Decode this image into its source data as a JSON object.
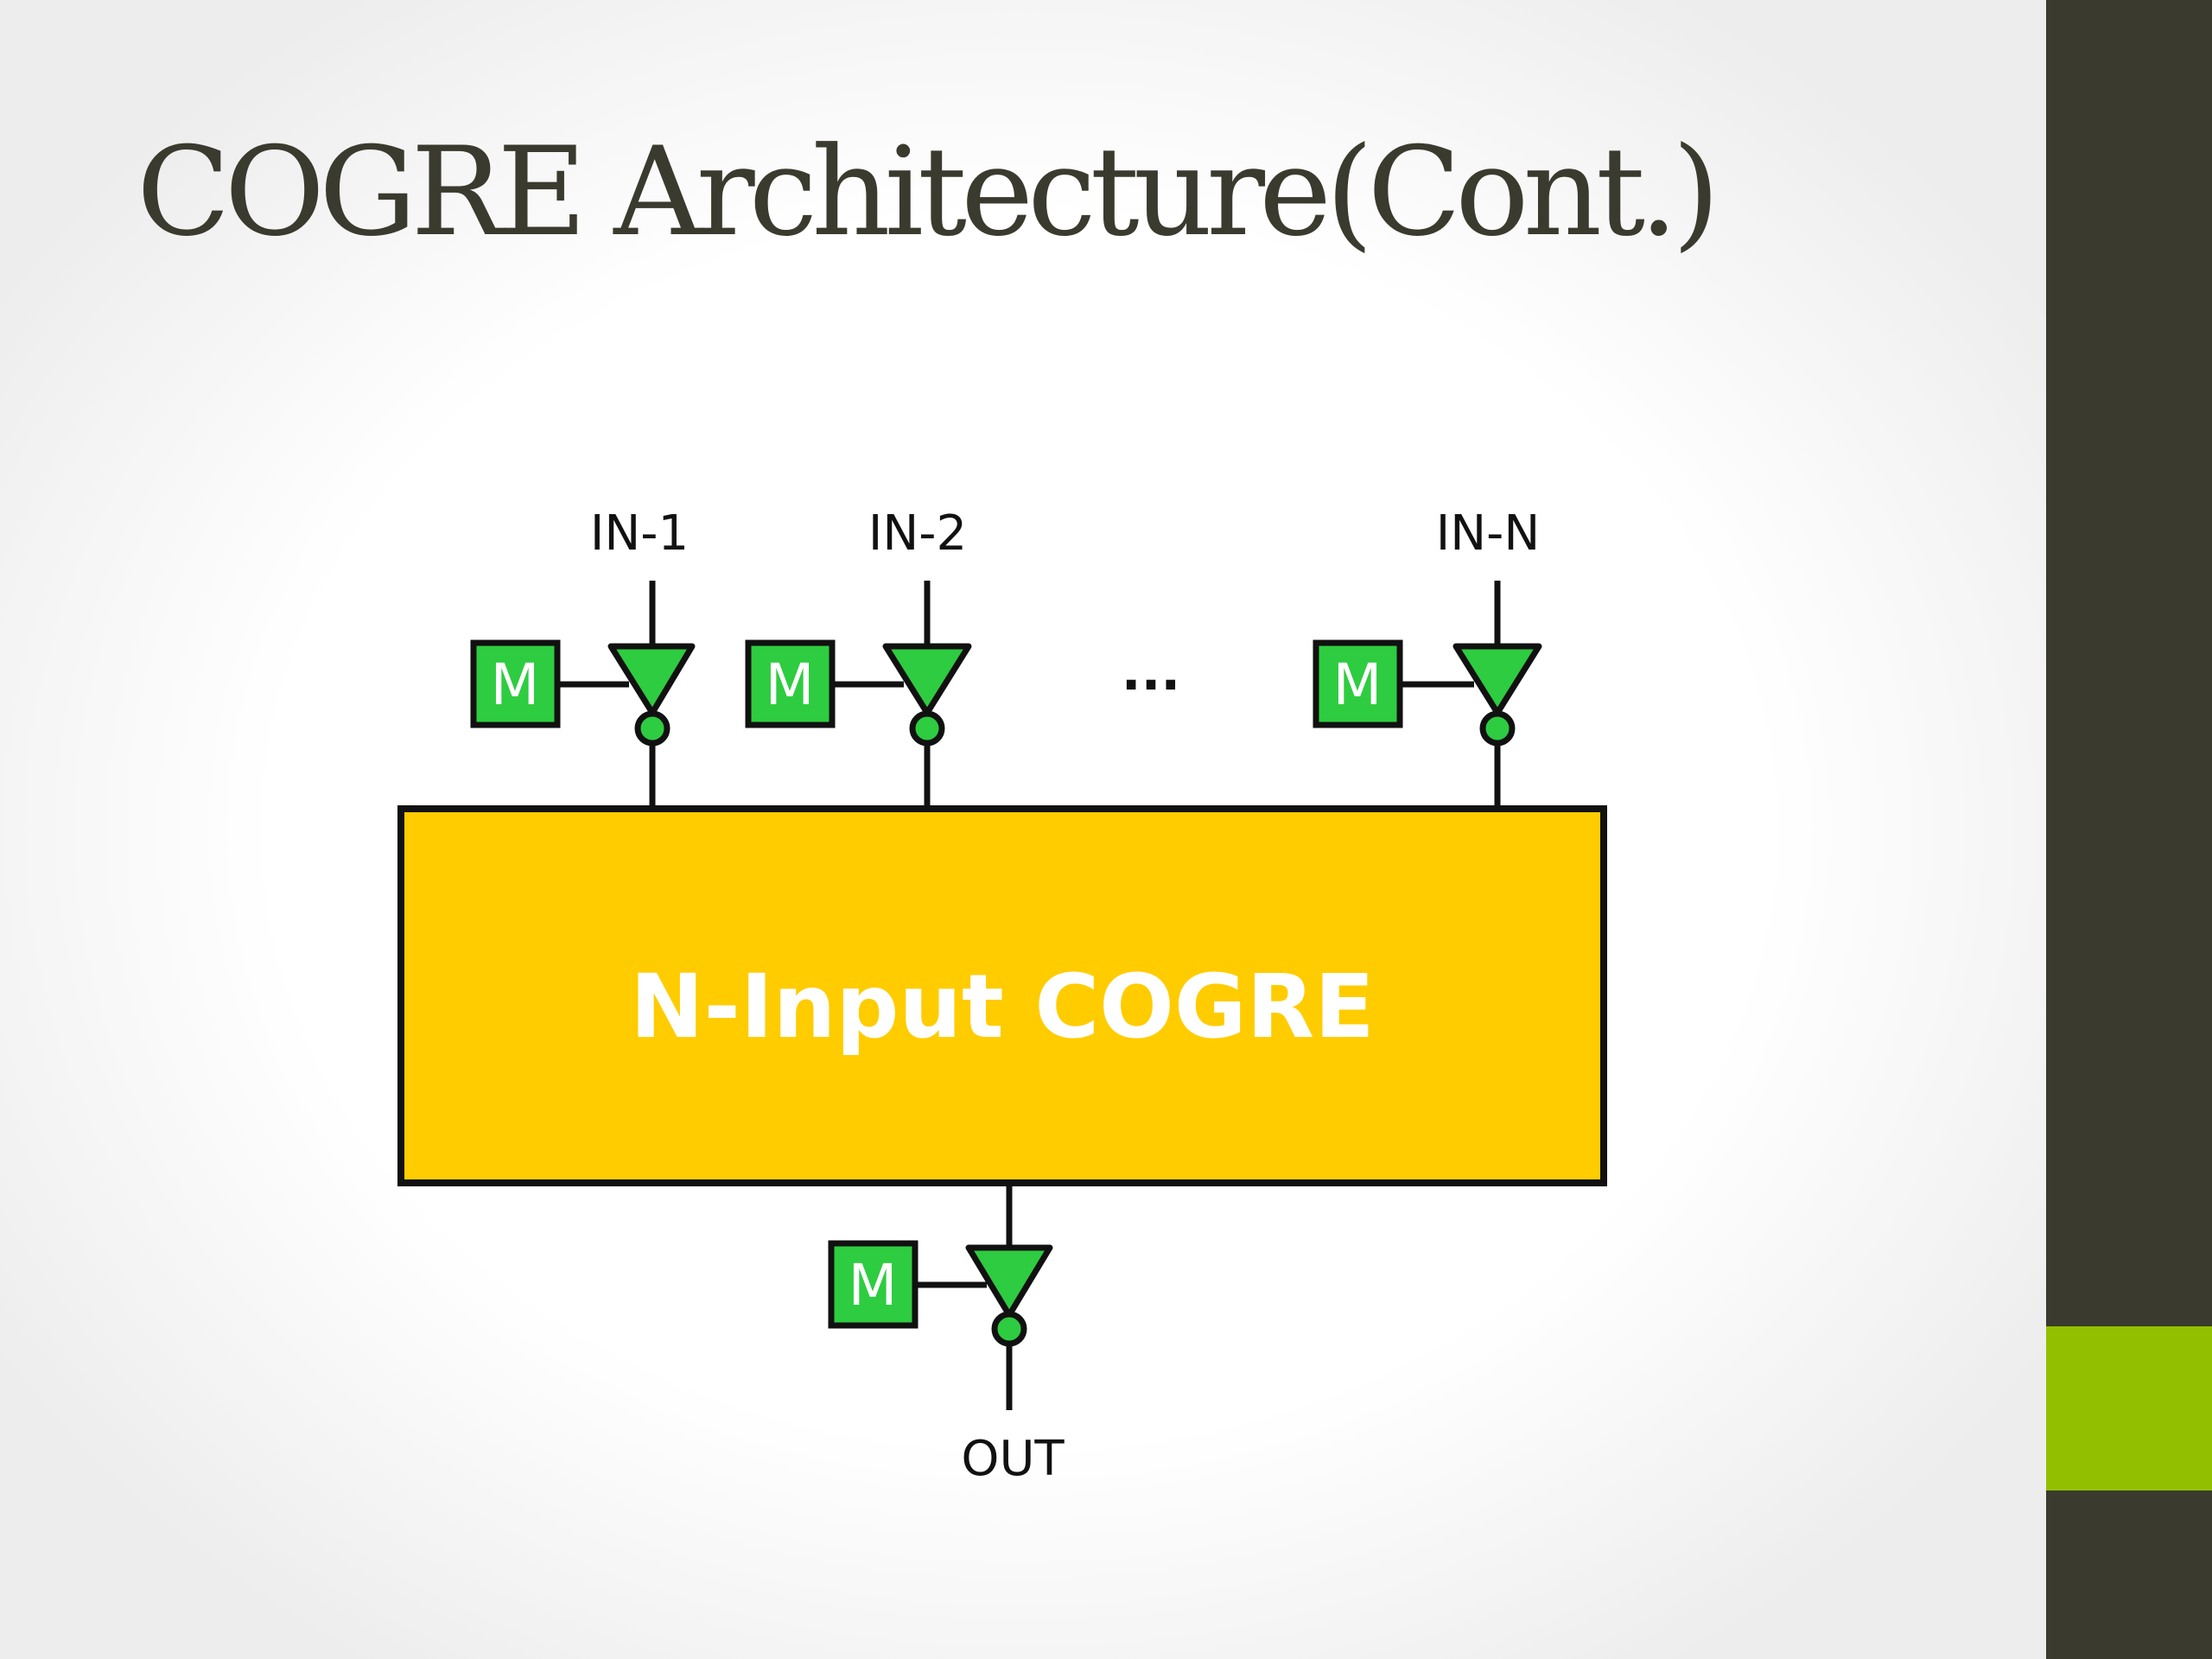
{
  "slide": {
    "title": "COGRE Architecture(Cont.)"
  },
  "diagram": {
    "inputs": [
      {
        "label": "IN-1",
        "memory": "M"
      },
      {
        "label": "IN-2",
        "memory": "M"
      },
      {
        "label": "IN-N",
        "memory": "M"
      }
    ],
    "ellipsis": "...",
    "block_label": "N-Input COGRE",
    "output": {
      "label": "OUT",
      "memory": "M"
    }
  },
  "colors": {
    "block_fill": "#ffcc00",
    "buffer_fill": "#2ecc40",
    "side_bar": "#3b3a2e",
    "side_accent": "#92c000",
    "title_text": "#3b3a2e"
  }
}
